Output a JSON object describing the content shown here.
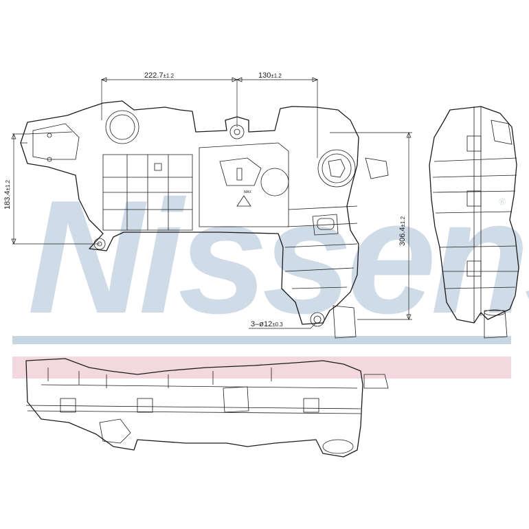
{
  "watermark": {
    "text": "Nissens",
    "registered_mark": "®",
    "color": "#cfdbe6"
  },
  "bands": {
    "blue_color": "#c7d6e3",
    "pink_color": "#f3d9df"
  },
  "dimensions": {
    "width_left": {
      "value": "222.7",
      "tolerance": "±1.2"
    },
    "width_right": {
      "value": "130",
      "tolerance": "±1.2"
    },
    "height_left": {
      "value": "183.4",
      "tolerance": "±1.2"
    },
    "height_right": {
      "value": "306.4",
      "tolerance": "±1.2"
    },
    "holes": {
      "value": "3–ø12",
      "tolerance": "±0.3"
    }
  },
  "part_label": "MAX"
}
